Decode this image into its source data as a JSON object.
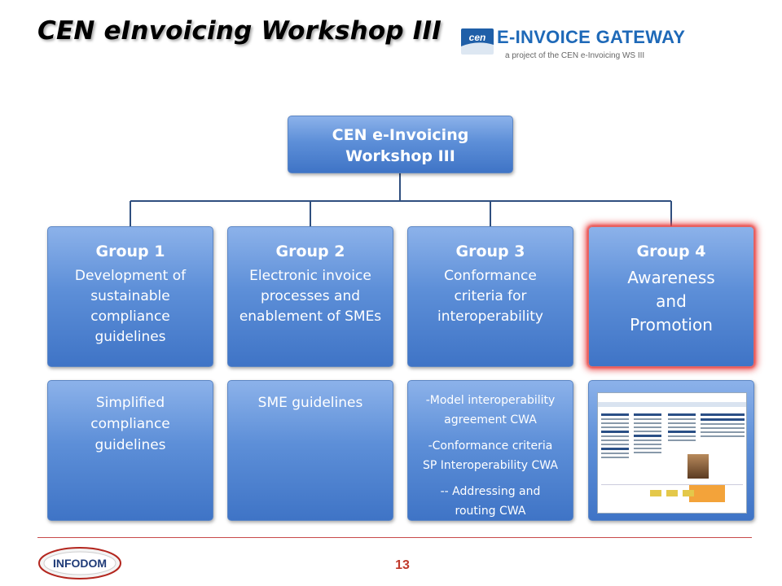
{
  "slide": {
    "title": "CEN eInvoicing Workshop III",
    "page_number": "13"
  },
  "header_logo": {
    "logo_text": "cen",
    "title": "E-INVOICE GATEWAY",
    "subtitle": "a project of the CEN e-Invoicing WS III"
  },
  "org_chart": {
    "root": {
      "line1": "CEN e-Invoicing",
      "line2": "Workshop III"
    },
    "groups": [
      {
        "header": "Group 1",
        "lines": [
          "Development of",
          "sustainable",
          "compliance",
          "guidelines"
        ]
      },
      {
        "header": "Group 2",
        "lines": [
          "Electronic invoice",
          "processes  and",
          "enablement of SMEs"
        ]
      },
      {
        "header": "Group 3",
        "lines": [
          "Conformance",
          "criteria for",
          "interoperability"
        ]
      },
      {
        "header": "Group 4",
        "lines": [
          "Awareness",
          "and",
          "Promotion"
        ]
      }
    ],
    "outputs": [
      {
        "lines": [
          "Simplified",
          "compliance",
          "guidelines"
        ]
      },
      {
        "lines": [
          "SME guidelines"
        ]
      },
      {
        "lines": [
          "-Model interoperability",
          "agreement CWA",
          "-Conformance criteria",
          "SP Interoperability CWA",
          "-- Addressing  and",
          "routing CWA"
        ]
      },
      {
        "thumbnail_title": "E-INVOICE GATEWAY"
      }
    ]
  },
  "footer": {
    "company_logo_text": "INFODOM"
  },
  "colors": {
    "box_gradient_top": "#8cb2ea",
    "box_gradient_bottom": "#3f74c6",
    "highlight_glow": "#e83030",
    "gateway_blue": "#1e69b8",
    "page_number_red": "#c0392b",
    "connector": "#2f4f7f"
  }
}
